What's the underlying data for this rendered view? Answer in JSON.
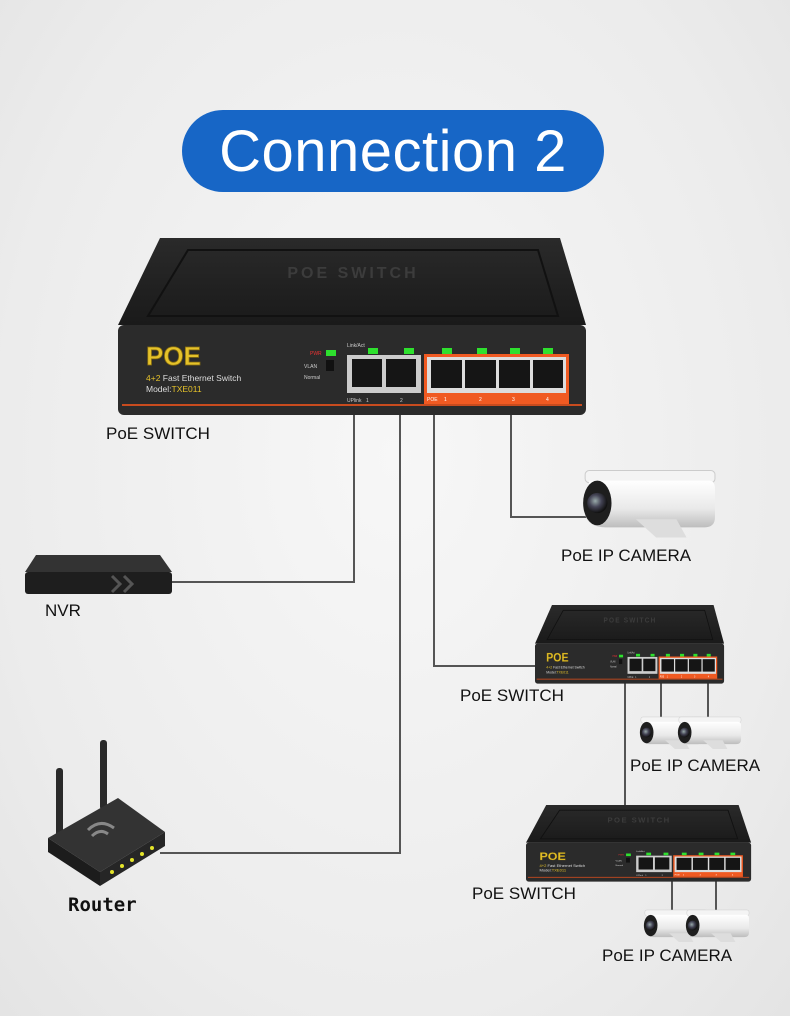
{
  "title": "Connection 2",
  "switch": {
    "brand": "POE",
    "top_emboss": "POE SWITCH",
    "desc_prefix": "4+2",
    "desc": "Fast Ethernet Switch",
    "model_prefix": "Model:",
    "model": "TXE011",
    "pwr": "PWR",
    "vlan": "VLAN",
    "normal": "Normal",
    "link_act": "Link/Act",
    "uplink": "UPlink",
    "poe": "POE",
    "ports": [
      "1",
      "2",
      "1",
      "2",
      "3",
      "4"
    ]
  },
  "labels": {
    "main_switch": "PoE SWITCH",
    "camera_1": "PoE IP CAMERA",
    "nvr": "NVR",
    "switch_2": "PoE SWITCH",
    "camera_2": "PoE IP CAMERA",
    "router": "Router",
    "switch_3": "PoE SWITCH",
    "camera_3": "PoE IP CAMERA"
  },
  "colors": {
    "title_bg": "#1766c6",
    "poe_orange": "#f05a22",
    "led_green": "#2ee02e",
    "brand_gold": "#e5c22a",
    "cable": "#555555"
  }
}
